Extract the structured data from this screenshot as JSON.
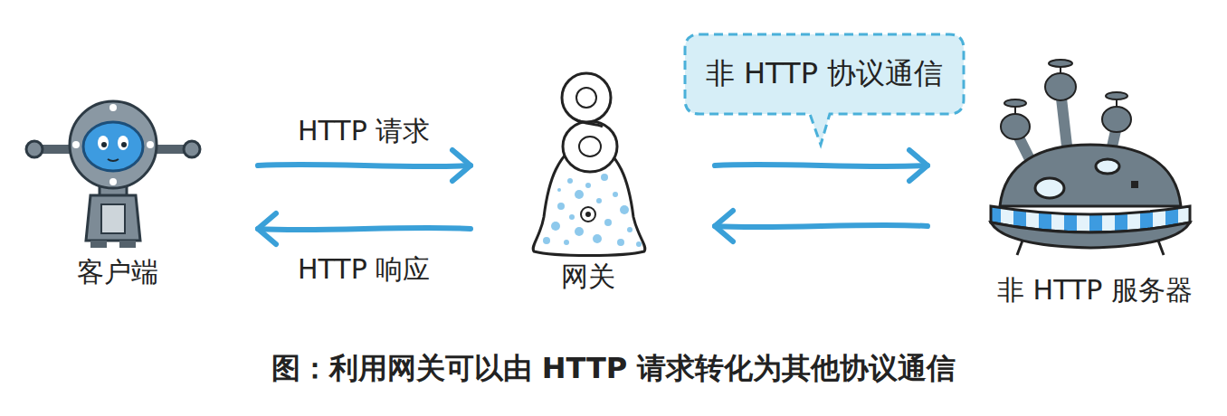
{
  "diagram": {
    "caption": "图：利用网关可以由 HTTP 请求转化为其他协议通信",
    "nodes": [
      {
        "text": [
          "客户端"
        ]
      },
      {
        "text": [
          "网关"
        ]
      },
      {
        "text": [
          "非 HTTP 协议通信"
        ]
      },
      {
        "text": [
          "非 HTTP 服务器"
        ]
      }
    ],
    "edges": [
      {
        "from": 0,
        "to": 1,
        "label": "HTTP 请求",
        "arrow": "to"
      },
      {
        "from": 1,
        "to": 0,
        "label": "HTTP 响应",
        "arrow": "to"
      },
      {
        "from": 1,
        "to": 3,
        "arrow": "to"
      },
      {
        "from": 3,
        "to": 1,
        "arrow": "to"
      }
    ]
  }
}
